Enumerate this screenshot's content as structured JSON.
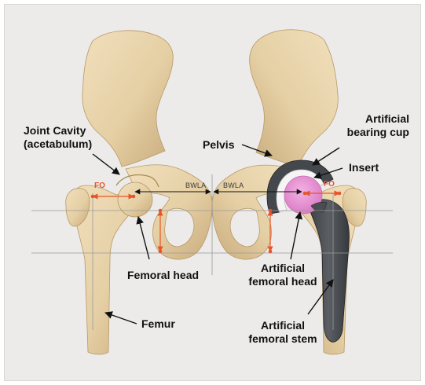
{
  "labels": {
    "joint_cavity_line1": "Joint Cavity",
    "joint_cavity_line2": "(acetabulum)",
    "pelvis": "Pelvis",
    "artificial_cup_line1": "Artificial",
    "artificial_cup_line2": "bearing cup",
    "insert": "Insert",
    "femoral_head": "Femoral head",
    "artificial_head_line1": "Artificial",
    "artificial_head_line2": "femoral head",
    "femur": "Femur",
    "artificial_stem_line1": "Artificial",
    "artificial_stem_line2": "femoral stem"
  },
  "measurements": {
    "fo_left": "FO",
    "fo_right": "FO",
    "bwla_left": "BWLA",
    "bwla_right": "BWLA"
  },
  "colors": {
    "bone": "#e8d3ab",
    "bone_shadow": "#c9ad7f",
    "implant_metal": "#4a4d52",
    "implant_highlight": "#f4f4f4",
    "artificial_head": "#e792d2",
    "measure_red": "#e8542a",
    "guide_line": "#9a9a9a"
  }
}
